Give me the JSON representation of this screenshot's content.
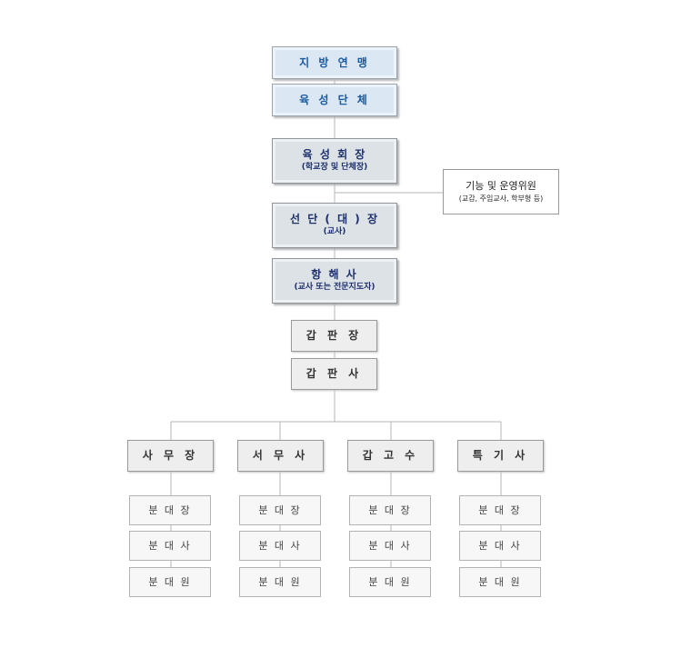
{
  "chart": {
    "top_level": [
      {
        "label": "지 방 연 맹"
      },
      {
        "label": "육 성 단 체"
      }
    ],
    "leadership": [
      {
        "label": "육 성 회 장",
        "sub": "(학교장 및 단체장)"
      },
      {
        "label": "선 단 ( 대 ) 장",
        "sub": "(교사)"
      },
      {
        "label": "항 해 사",
        "sub": "(교사 또는 전문지도자)"
      }
    ],
    "side_committee": {
      "label": "기능 및 운영위원",
      "sub": "(교감, 주임교사, 학부형 등)"
    },
    "deck_officers": [
      {
        "label": "갑 판 장"
      },
      {
        "label": "갑 판 사"
      }
    ],
    "divisions": [
      {
        "label": "사 무 장",
        "units": [
          "분 대 장",
          "분 대 사",
          "분 대 원"
        ]
      },
      {
        "label": "서 무 사",
        "units": [
          "분 대 장",
          "분 대 사",
          "분 대 원"
        ]
      },
      {
        "label": "갑 고 수",
        "units": [
          "분 대 장",
          "분 대 사",
          "분 대 원"
        ]
      },
      {
        "label": "특 기 사",
        "units": [
          "분 대 장",
          "분 대 사",
          "분 대 원"
        ]
      }
    ]
  },
  "colors": {
    "top_fill": "#dbe7f3",
    "top_text": "#1a5aa0",
    "leader_text": "#1c2f6b",
    "line": "#b5b5b5"
  }
}
